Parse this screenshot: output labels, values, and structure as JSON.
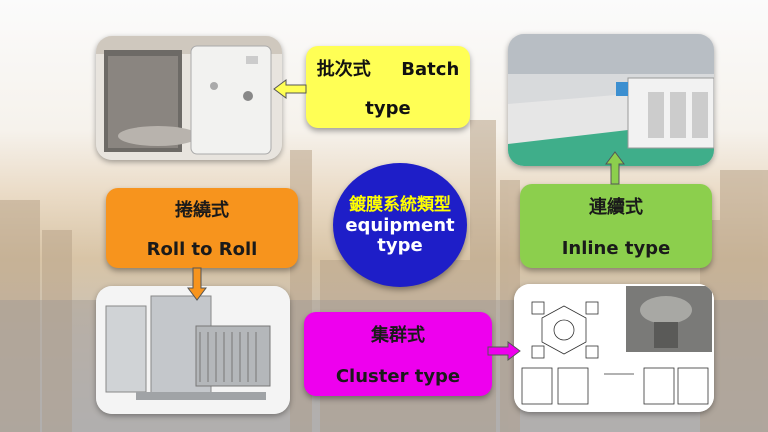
{
  "center": {
    "title_zh": "鍍膜系統類型",
    "line2": "equipment",
    "line3": "type"
  },
  "batch": {
    "label_zh": "批次式",
    "label_en1": "Batch",
    "label_en2": "type"
  },
  "roll": {
    "label_zh": "捲繞式",
    "label_en": "Roll to Roll"
  },
  "inline": {
    "label_zh": "連續式",
    "label_en": "Inline type"
  },
  "cluster": {
    "label_zh": "集群式",
    "label_en": "Cluster type"
  },
  "colors": {
    "batch": "#ffff55",
    "roll": "#f7941d",
    "inline": "#8ccf4d",
    "cluster": "#ee00ee",
    "center": "#1e1ec8",
    "center_title": "#ffff00"
  }
}
